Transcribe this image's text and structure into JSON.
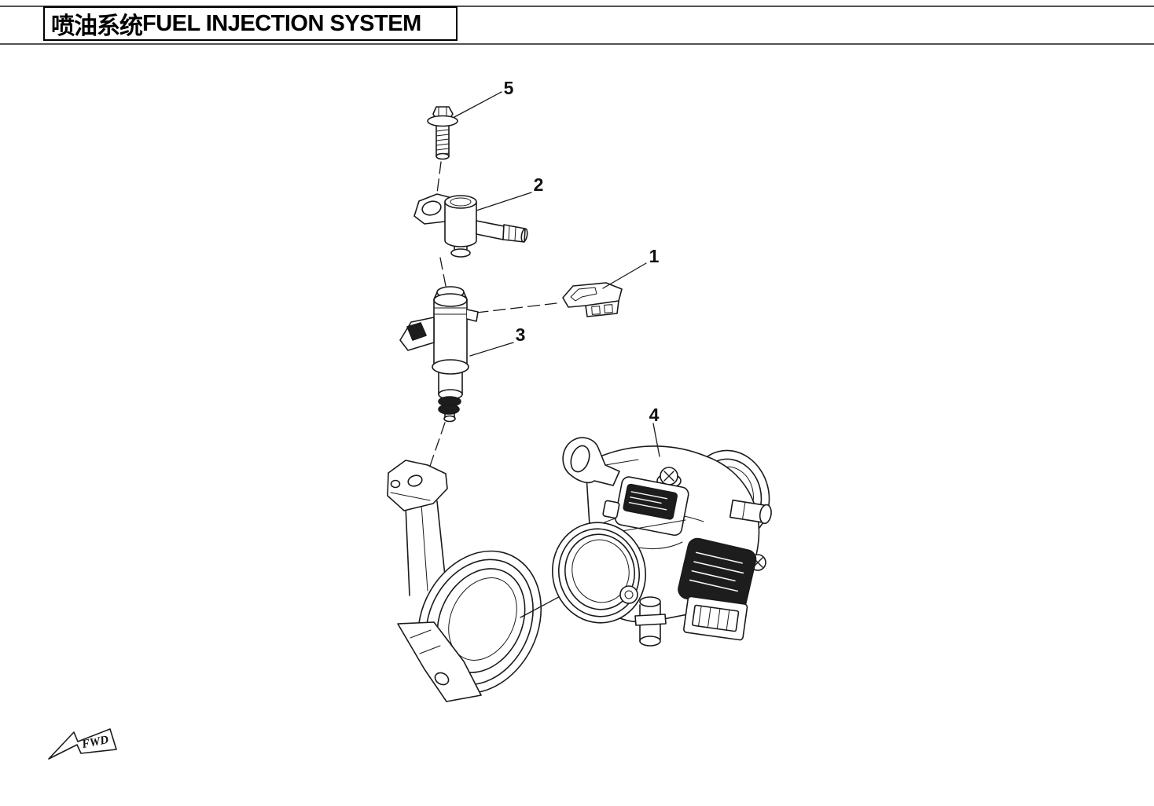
{
  "header": {
    "title_cn": "喷油系统",
    "title_en": "FUEL INJECTION SYSTEM"
  },
  "callouts": {
    "c1": "1",
    "c2": "2",
    "c3": "3",
    "c4": "4",
    "c5": "5"
  },
  "fwd": {
    "label": "FWD"
  },
  "colors": {
    "line": "#1a1a1a",
    "dark_fill": "#1d1d1d",
    "background": "#ffffff"
  }
}
